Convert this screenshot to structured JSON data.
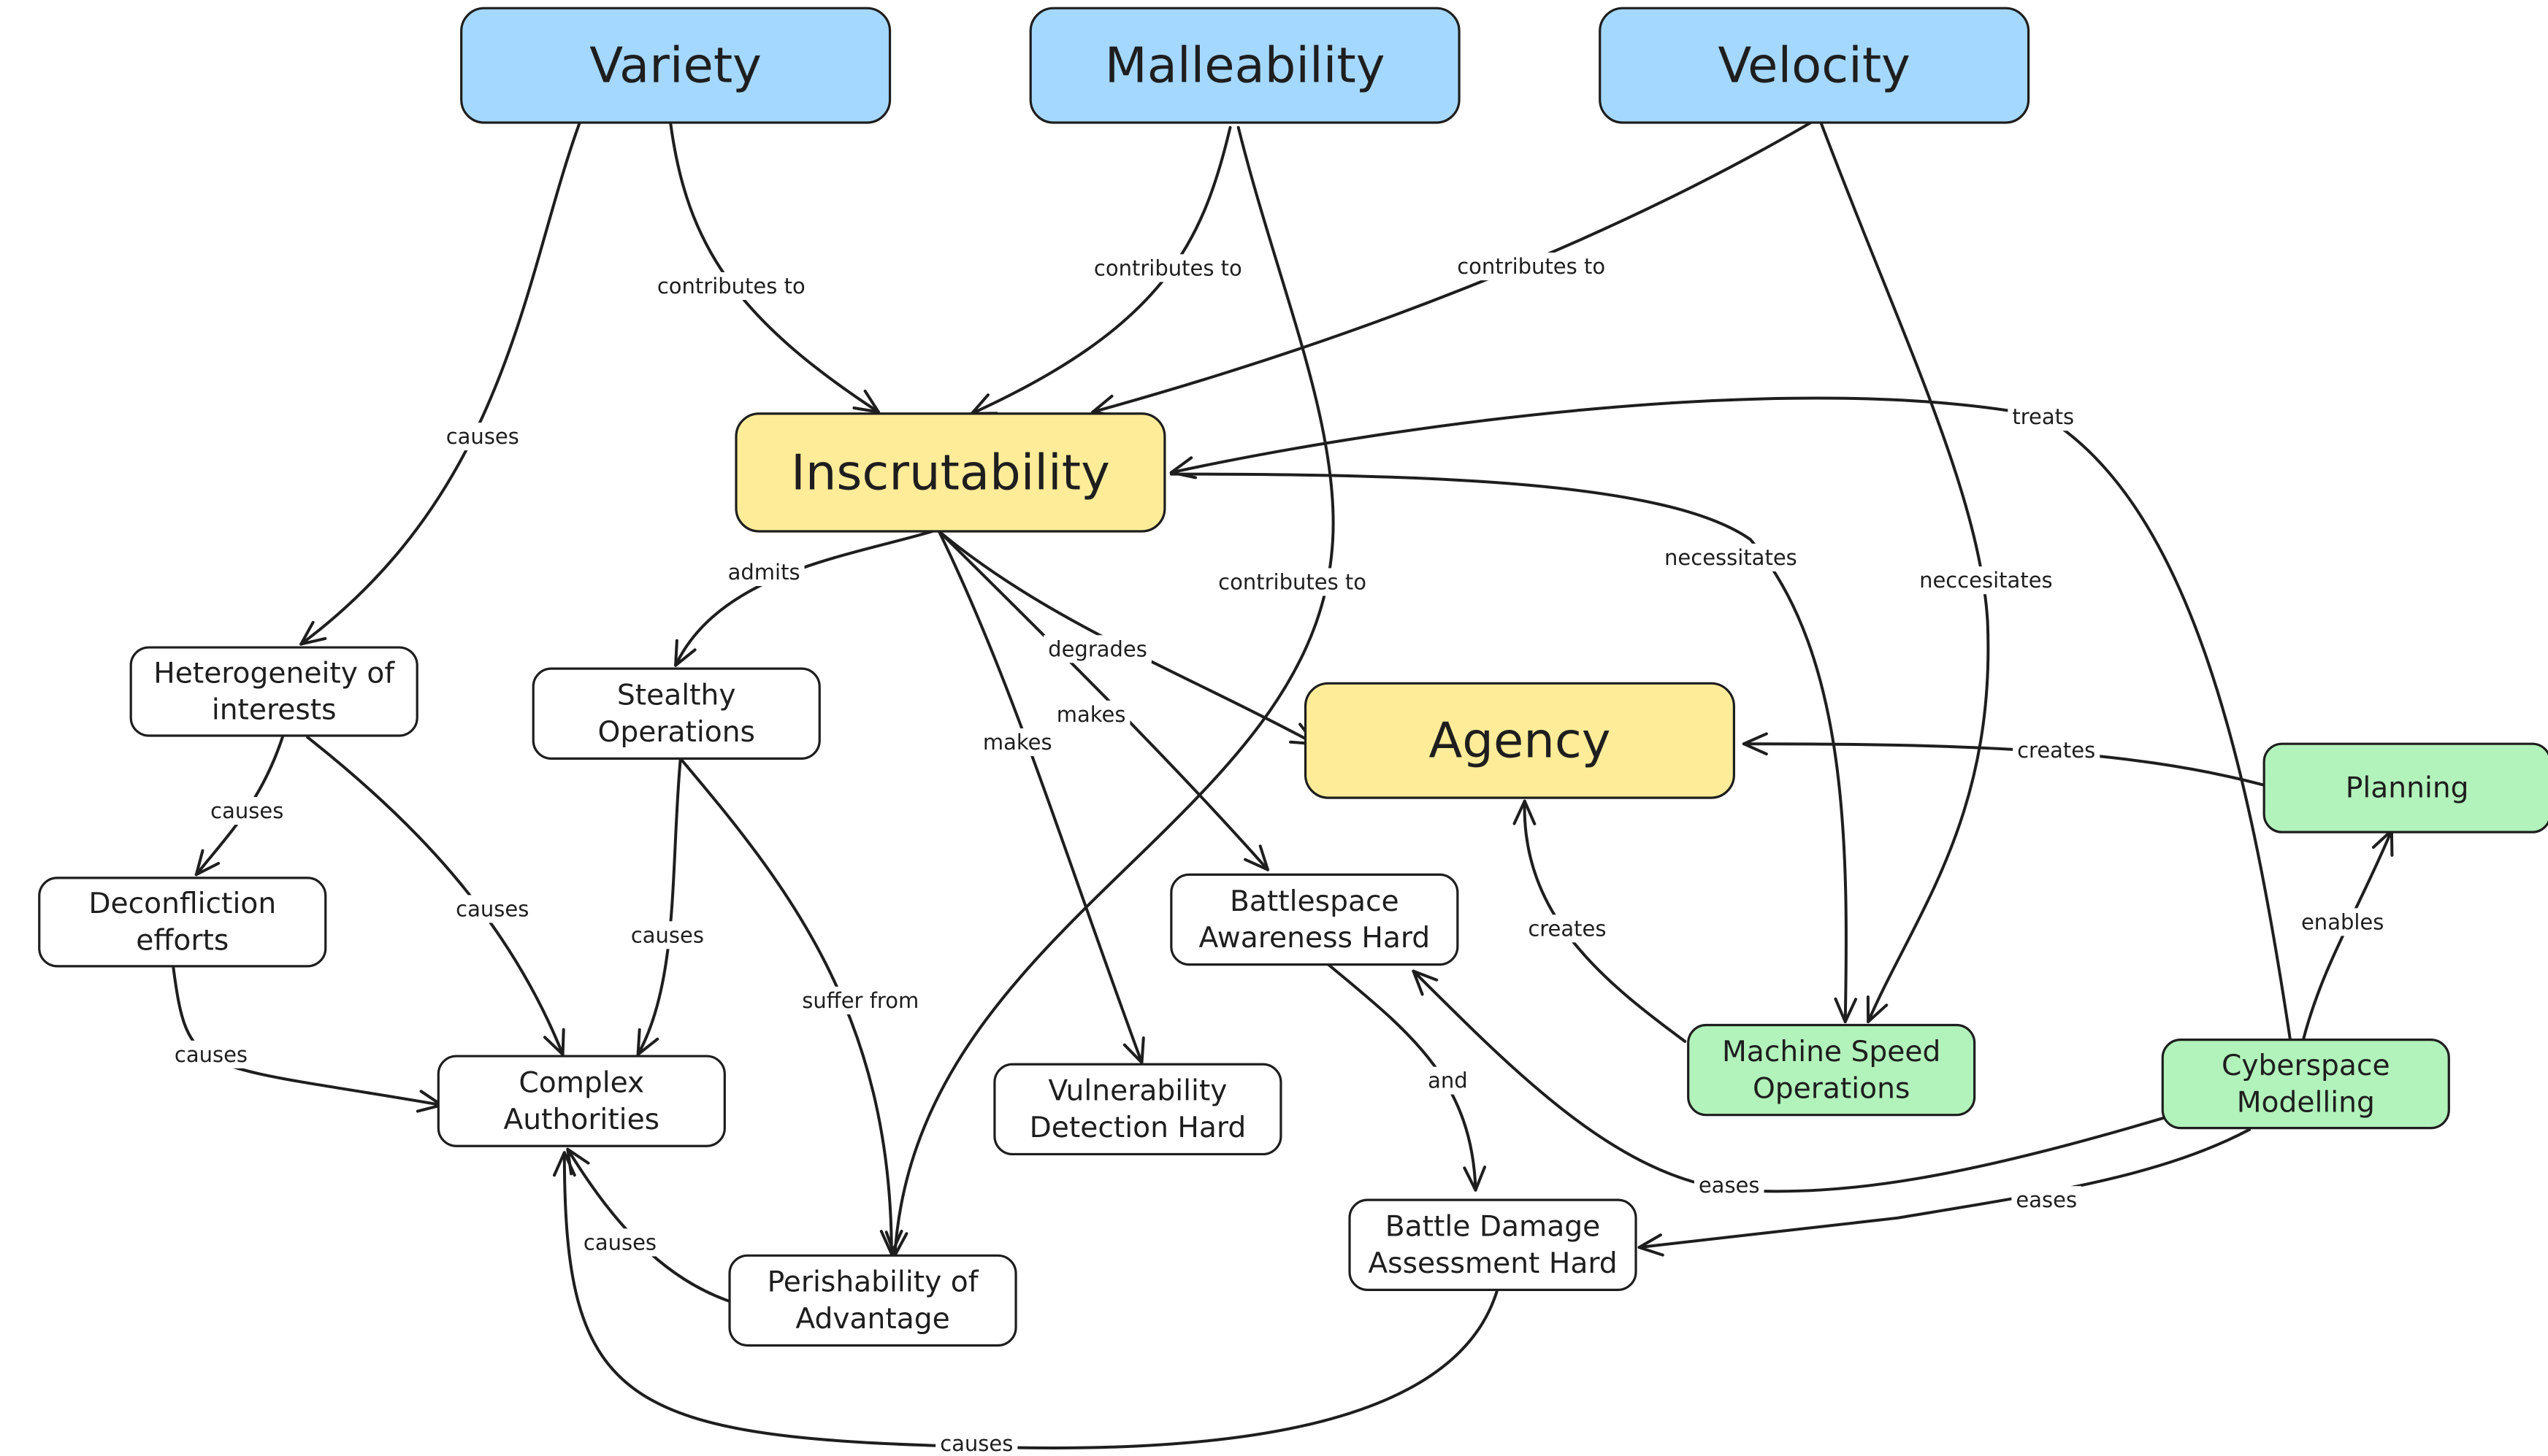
{
  "colors": {
    "blue": "#a5d8ff",
    "yellow": "#ffec99",
    "green": "#b2f2bb",
    "white": "#ffffff",
    "ink": "#1e1e1e"
  },
  "nodes": [
    {
      "id": "variety",
      "label": "Variety",
      "fill": "blue",
      "size": "xl"
    },
    {
      "id": "malleability",
      "label": "Malleability",
      "fill": "blue",
      "size": "xl"
    },
    {
      "id": "velocity",
      "label": "Velocity",
      "fill": "blue",
      "size": "xl"
    },
    {
      "id": "inscrutability",
      "label": "Inscrutability",
      "fill": "yellow",
      "size": "xl"
    },
    {
      "id": "agency",
      "label": "Agency",
      "fill": "yellow",
      "size": "xl"
    },
    {
      "id": "heterogeneity",
      "label": "Heterogeneity of\ninterests",
      "fill": "white",
      "size": "sm"
    },
    {
      "id": "stealthy",
      "label": "Stealthy\nOperations",
      "fill": "white",
      "size": "sm"
    },
    {
      "id": "deconfliction",
      "label": "Deconfliction\nefforts",
      "fill": "white",
      "size": "sm"
    },
    {
      "id": "complex",
      "label": "Complex\nAuthorities",
      "fill": "white",
      "size": "sm"
    },
    {
      "id": "perishability",
      "label": "Perishability of\nAdvantage",
      "fill": "white",
      "size": "sm"
    },
    {
      "id": "vulnerability",
      "label": "Vulnerability\nDetection Hard",
      "fill": "white",
      "size": "sm"
    },
    {
      "id": "battlespace",
      "label": "Battlespace\nAwareness Hard",
      "fill": "white",
      "size": "sm"
    },
    {
      "id": "bda",
      "label": "Battle Damage\nAssessment Hard",
      "fill": "white",
      "size": "sm"
    },
    {
      "id": "machine",
      "label": "Machine Speed\nOperations",
      "fill": "green",
      "size": "sm"
    },
    {
      "id": "cyberspace",
      "label": "Cyberspace\nModelling",
      "fill": "green",
      "size": "sm"
    },
    {
      "id": "planning",
      "label": "Planning",
      "fill": "green",
      "size": "sm"
    }
  ],
  "edges": [
    {
      "id": "variety-inscrutability",
      "from": "variety",
      "to": "inscrutability",
      "label": "contributes to"
    },
    {
      "id": "malleability-inscrutability",
      "from": "malleability",
      "to": "inscrutability",
      "label": "contributes to"
    },
    {
      "id": "velocity-inscrutability",
      "from": "velocity",
      "to": "inscrutability",
      "label": "contributes to"
    },
    {
      "id": "variety-heterogeneity",
      "from": "variety",
      "to": "heterogeneity",
      "label": "causes"
    },
    {
      "id": "malleability-perishability",
      "from": "malleability",
      "to": "perishability",
      "label": "contributes to"
    },
    {
      "id": "velocity-machine",
      "from": "velocity",
      "to": "machine",
      "label": "neccesitates"
    },
    {
      "id": "inscrutability-machine",
      "from": "inscrutability",
      "to": "machine",
      "label": "necessitates"
    },
    {
      "id": "cyberspace-inscrutability",
      "from": "cyberspace",
      "to": "inscrutability",
      "label": "treats"
    },
    {
      "id": "inscrutability-stealthy",
      "from": "inscrutability",
      "to": "stealthy",
      "label": "admits"
    },
    {
      "id": "inscrutability-agency",
      "from": "inscrutability",
      "to": "agency",
      "label": "degrades"
    },
    {
      "id": "inscrutability-battlespace",
      "from": "inscrutability",
      "to": "battlespace",
      "label": "makes"
    },
    {
      "id": "inscrutability-vulnerability",
      "from": "inscrutability",
      "to": "vulnerability",
      "label": "makes"
    },
    {
      "id": "heterogeneity-deconfliction",
      "from": "heterogeneity",
      "to": "deconfliction",
      "label": "causes"
    },
    {
      "id": "heterogeneity-complex",
      "from": "heterogeneity",
      "to": "complex",
      "label": "causes"
    },
    {
      "id": "deconfliction-complex",
      "from": "deconfliction",
      "to": "complex",
      "label": "causes"
    },
    {
      "id": "stealthy-complex",
      "from": "stealthy",
      "to": "complex",
      "label": "causes"
    },
    {
      "id": "stealthy-perishability",
      "from": "stealthy",
      "to": "perishability",
      "label": "suffer from"
    },
    {
      "id": "perishability-complex",
      "from": "perishability",
      "to": "complex",
      "label": "causes"
    },
    {
      "id": "bda-complex",
      "from": "bda",
      "to": "complex",
      "label": "causes"
    },
    {
      "id": "battlespace-bda",
      "from": "battlespace",
      "to": "bda",
      "label": "and"
    },
    {
      "id": "machine-agency",
      "from": "machine",
      "to": "agency",
      "label": "creates"
    },
    {
      "id": "planning-agency",
      "from": "planning",
      "to": "agency",
      "label": "creates"
    },
    {
      "id": "cyberspace-planning",
      "from": "cyberspace",
      "to": "planning",
      "label": "enables"
    },
    {
      "id": "cyberspace-battlespace",
      "from": "cyberspace",
      "to": "battlespace",
      "label": "eases"
    },
    {
      "id": "cyberspace-bda",
      "from": "cyberspace",
      "to": "bda",
      "label": "eases"
    }
  ]
}
